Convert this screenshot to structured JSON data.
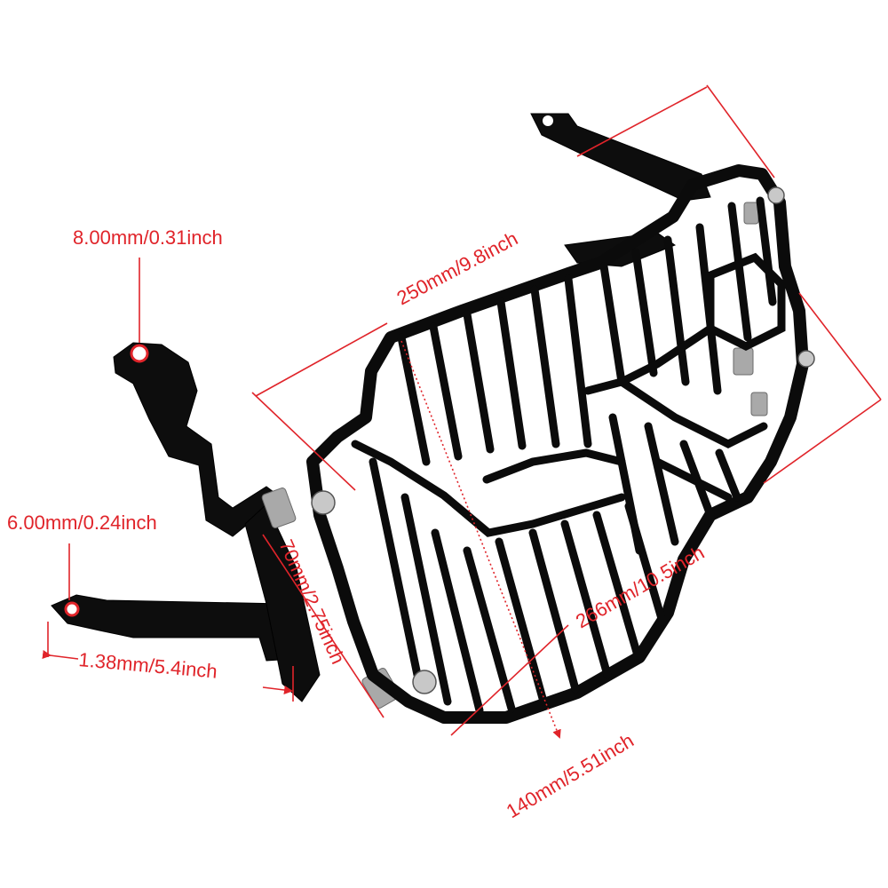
{
  "colors": {
    "dimension": "#e0242a",
    "metal": "#0d0d0d",
    "bolt": "#c8c8c8",
    "background": "#ffffff"
  },
  "dimensions": {
    "hole_top": "8.00mm/0.31inch",
    "hole_bottom": "6.00mm/0.24inch",
    "bracket_length": "1.38mm/5.4inch",
    "overall_width": "250mm/9.8inch",
    "side_height": "70mm/2.75inch",
    "diagonal_width": "266mm/10.5inch",
    "grille_height": "140mm/5.51inch"
  }
}
